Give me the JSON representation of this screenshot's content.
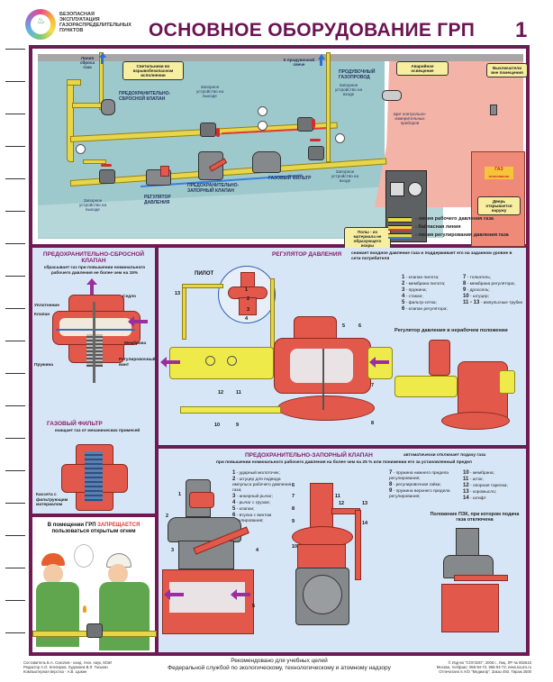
{
  "header": {
    "org_lines": [
      "Безопасная",
      "эксплуатация",
      "газораспределительных",
      "пунктов"
    ],
    "title": "ОСНОВНОЕ ОБОРУДОВАНИЕ ГРП",
    "sheet_number": "1"
  },
  "scene": {
    "labels": {
      "purge_line": "Линия сброса газа",
      "lamps": "Светильники во взрывобезопасном исполнении",
      "to_candle": "К продувочной свече",
      "purge_pipe": "ПРОДУВОЧНЫЙ ГАЗОПРОВОД",
      "relief_valve": "ПРЕДОХРАНИТЕЛЬНО-СБРОСНОЙ КЛАПАН",
      "shutoff_out_top": "Запорное устройство на выходе",
      "shutoff_in_top": "Запорное устройство на входе",
      "shutoff_out_bottom": "Запорное устройство на выходе",
      "shutoff_in_bottom": "Запорное устройство на входе",
      "regulator": "РЕГУЛЯТОР ДАВЛЕНИЯ",
      "safety_valve": "ПРЕДОХРАНИТЕЛЬНО-ЗАПОРНЫЙ КЛАПАН",
      "gas_filter": "ГАЗОВЫЙ ФИЛЬТР",
      "emergency_light": "Аварийное освещение",
      "instrument_panel": "Щит контрольно-измерительных приборов",
      "switches": "Выключатели вне помещения",
      "door": "Дверь открывается наружу",
      "floor": "Полы - из материала не образующего искры",
      "door_sign_1": "ГАЗ",
      "door_sign_2": "огнеопасно"
    },
    "legend": [
      {
        "label": "- линия рабочего давления газа",
        "colors": [
          "#e8d64a",
          "#222222"
        ]
      },
      {
        "label": "- байпасная линия",
        "colors": [
          "#e8d64a",
          "#e23a3a"
        ]
      },
      {
        "label": "- линия регулирования давления газа",
        "colors": [
          "#e8d64a",
          "#3a7fe0"
        ]
      }
    ]
  },
  "relief_section": {
    "title": "ПРЕДОХРАНИТЕЛЬНО-СБРОСНОЙ КЛАПАН",
    "desc": "сбрасывает газ при повышении номинального рабочего давления не более чем на 15%",
    "parts": [
      "Седло",
      "Уплотнение",
      "Клапан",
      "Мембрана",
      "Пружина",
      "Регулировочный винт"
    ]
  },
  "filter_section": {
    "title": "ГАЗОВЫЙ ФИЛЬТР",
    "desc": "очищает газ от механических примесей",
    "parts": [
      "Кассета с фильтрующим материалом"
    ]
  },
  "warning": {
    "prefix": "В помещении ГРП ",
    "emphasis": "ЗАПРЕЩАЕТСЯ",
    "suffix": " пользоваться открытым огнем"
  },
  "regulator_section": {
    "title": "РЕГУЛЯТОР ДАВЛЕНИЯ",
    "desc": "снижает входное давление газа и поддерживает его на заданном уровне в сети потребителя",
    "pilot_label": "ПИЛОТ",
    "callouts": [
      "1",
      "2",
      "3",
      "4",
      "5",
      "6",
      "7",
      "8",
      "9",
      "10",
      "11",
      "12",
      "13"
    ],
    "parts_col1": [
      {
        "n": "1",
        "t": "- клапан пилота;"
      },
      {
        "n": "2",
        "t": "- мембрана пилота;"
      },
      {
        "n": "3",
        "t": "- пружина;"
      },
      {
        "n": "4",
        "t": "- стакан;"
      },
      {
        "n": "5",
        "t": "- фильтр-сетка;"
      },
      {
        "n": "6",
        "t": "- клапан регулятора;"
      }
    ],
    "parts_col2": [
      {
        "n": "7",
        "t": "- толкатель;"
      },
      {
        "n": "8",
        "t": "- мембрана регулятора;"
      },
      {
        "n": "9",
        "t": "- дроссель;"
      },
      {
        "n": "10",
        "t": "- штуцер;"
      },
      {
        "n": "11 - 13",
        "t": "- импульсные трубки"
      }
    ],
    "idle_caption": "Регулятор давления в нерабочем положении"
  },
  "pzk_section": {
    "title": "ПРЕДОХРАНИТЕЛЬНО-ЗАПОРНЫЙ КЛАПАН",
    "desc_1": "автоматически отключает подачу газа",
    "desc_2": "при повышении номинального рабочего давления на более чем на 25 % или понижении его за установленный предел",
    "parts_col1": [
      {
        "n": "1",
        "t": "- ударный молоточек;"
      },
      {
        "n": "2",
        "t": "- штуцер для подвода импульса рабочего давления газа;"
      },
      {
        "n": "3",
        "t": "- анкерный рычаг;"
      },
      {
        "n": "4",
        "t": "- рычаг с грузом;"
      },
      {
        "n": "5",
        "t": "- клапан;"
      },
      {
        "n": "6",
        "t": "- втулка с винтом регулирования;"
      }
    ],
    "parts_col2": [
      {
        "n": "7",
        "t": "- пружина нижнего предела регулирования;"
      },
      {
        "n": "8",
        "t": "- регулировочная гайка;"
      },
      {
        "n": "9",
        "t": "- пружина верхнего предела регулирования;"
      }
    ],
    "parts_col3": [
      {
        "n": "10",
        "t": "- мембрана;"
      },
      {
        "n": "11",
        "t": "- шток;"
      },
      {
        "n": "12",
        "t": "- опорная тарелка;"
      },
      {
        "n": "13",
        "t": "- коромысло;"
      },
      {
        "n": "14",
        "t": "- штифт"
      }
    ],
    "callouts_left": [
      "1",
      "2",
      "3",
      "4",
      "5"
    ],
    "callouts_mid": [
      "6",
      "7",
      "8",
      "9",
      "10",
      "11",
      "12",
      "13",
      "14"
    ],
    "closed_caption": "Положение ПЗК, при котором подача газа отключена"
  },
  "footer": {
    "credits": [
      "Составитель Б.А. Соколов - канд. техн. наук, МЭИ",
      "Редактор А.О. Клепарев. Художник В.Л. Гаськин",
      "Компьютерная верстка - А.В. Цыкин"
    ],
    "recommendation_1": "Рекомендовано для учебных целей",
    "recommendation_2": "Федеральной службой по экологическому, технологическому и атомному надзору",
    "publisher": [
      "© Изд-во \"СОУЭЗО\", 2005 г., Лиц. ЛР № 062615",
      "Москва, тел/факс: 958-94-72, 955-94-73; www.souzo.ru",
      "Отпечатано в А/О \"Медиапр\". Заказ 493. Тираж 2500"
    ]
  }
}
